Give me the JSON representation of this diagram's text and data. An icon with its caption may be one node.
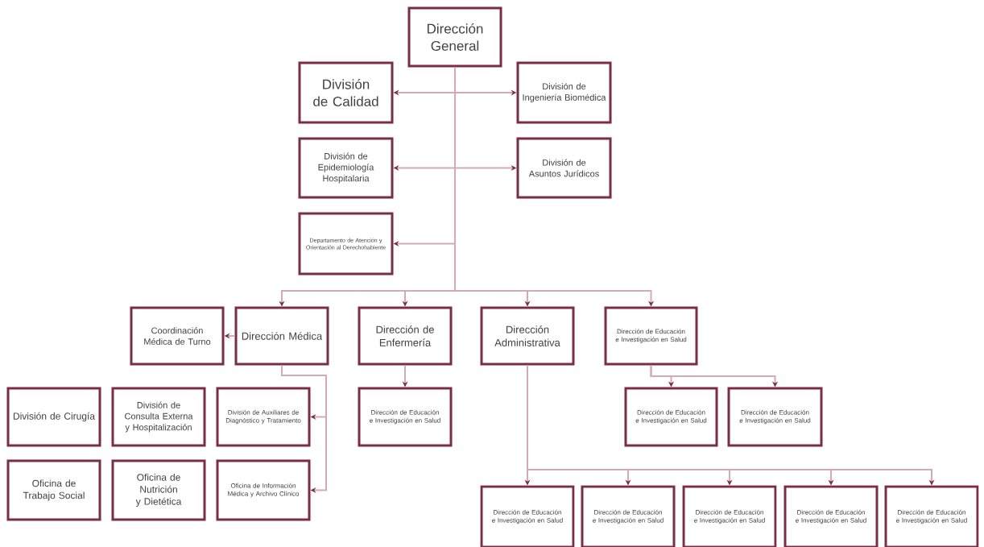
{
  "diagram": {
    "nodes": [
      {
        "text": [
          "Dirección General"
        ]
      },
      {
        "text": [
          "División de Calidad"
        ]
      },
      {
        "text": [
          "División de Ingeniería Biomédica"
        ]
      },
      {
        "text": [
          "División de Epidemiología Hospitalaria"
        ]
      },
      {
        "text": [
          "División de Asuntos Jurídicos"
        ]
      },
      {
        "text": [
          "Departamento de Atención y Orientación al Derechohabiente"
        ]
      },
      {
        "text": [
          "Coordinación Médica de Turno"
        ]
      },
      {
        "text": [
          "Dirección Médica"
        ]
      },
      {
        "text": [
          "Dirección de Enfermería"
        ]
      },
      {
        "text": [
          "Dirección Administrativa"
        ]
      },
      {
        "text": [
          "Dirección de Educación e Investigación en Salud"
        ]
      },
      {
        "text": [
          "División de Cirugía"
        ]
      },
      {
        "text": [
          "División de Consulta Externa y Hospitalización"
        ]
      },
      {
        "text": [
          "División de Auxiliares de Diagnóstico y Tratamiento"
        ]
      },
      {
        "text": [
          "Dirección de Educación e Investigación en Salud"
        ]
      },
      {
        "text": [
          "Dirección de Educación e Investigación en Salud"
        ]
      },
      {
        "text": [
          "Dirección de Educación e Investigación en Salud"
        ]
      },
      {
        "text": [
          "Oficina de Trabajo Social"
        ]
      },
      {
        "text": [
          "Oficina de Nutrición y Dietética"
        ]
      },
      {
        "text": [
          "Oficina de Información Médica y Archivo Clínico"
        ]
      },
      {
        "text": [
          "Dirección de Educación e Investigación en Salud"
        ]
      },
      {
        "text": [
          "Dirección de Educación e Investigación en Salud"
        ]
      },
      {
        "text": [
          "Dirección de Educación e Investigación en Salud"
        ]
      },
      {
        "text": [
          "Dirección de Educación e Investigación en Salud"
        ]
      },
      {
        "text": [
          "Dirección de Educación e Investigación en Salud"
        ]
      }
    ],
    "edges": [
      {
        "from": 0,
        "to": 1,
        "arrow": "to"
      },
      {
        "from": 0,
        "to": 2,
        "arrow": "to"
      },
      {
        "from": 0,
        "to": 3,
        "arrow": "to"
      },
      {
        "from": 0,
        "to": 4,
        "arrow": "to"
      },
      {
        "from": 0,
        "to": 5,
        "arrow": "to"
      },
      {
        "from": 0,
        "to": 7,
        "arrow": "to"
      },
      {
        "from": 0,
        "to": 8,
        "arrow": "to"
      },
      {
        "from": 0,
        "to": 9,
        "arrow": "to"
      },
      {
        "from": 0,
        "to": 10,
        "arrow": "to"
      },
      {
        "from": 7,
        "to": 6,
        "arrow": "to"
      },
      {
        "from": 7,
        "to": 13,
        "arrow": "to"
      },
      {
        "from": 7,
        "to": 19,
        "arrow": "to"
      },
      {
        "from": 8,
        "to": 14,
        "arrow": "to"
      },
      {
        "from": 10,
        "to": 15,
        "arrow": "to"
      },
      {
        "from": 10,
        "to": 16,
        "arrow": "to"
      },
      {
        "from": 9,
        "to": 20,
        "arrow": "to"
      },
      {
        "from": 9,
        "to": 21,
        "arrow": "to"
      },
      {
        "from": 9,
        "to": 22,
        "arrow": "to"
      },
      {
        "from": 9,
        "to": 23,
        "arrow": "to"
      },
      {
        "from": 9,
        "to": 24,
        "arrow": "to"
      }
    ]
  }
}
